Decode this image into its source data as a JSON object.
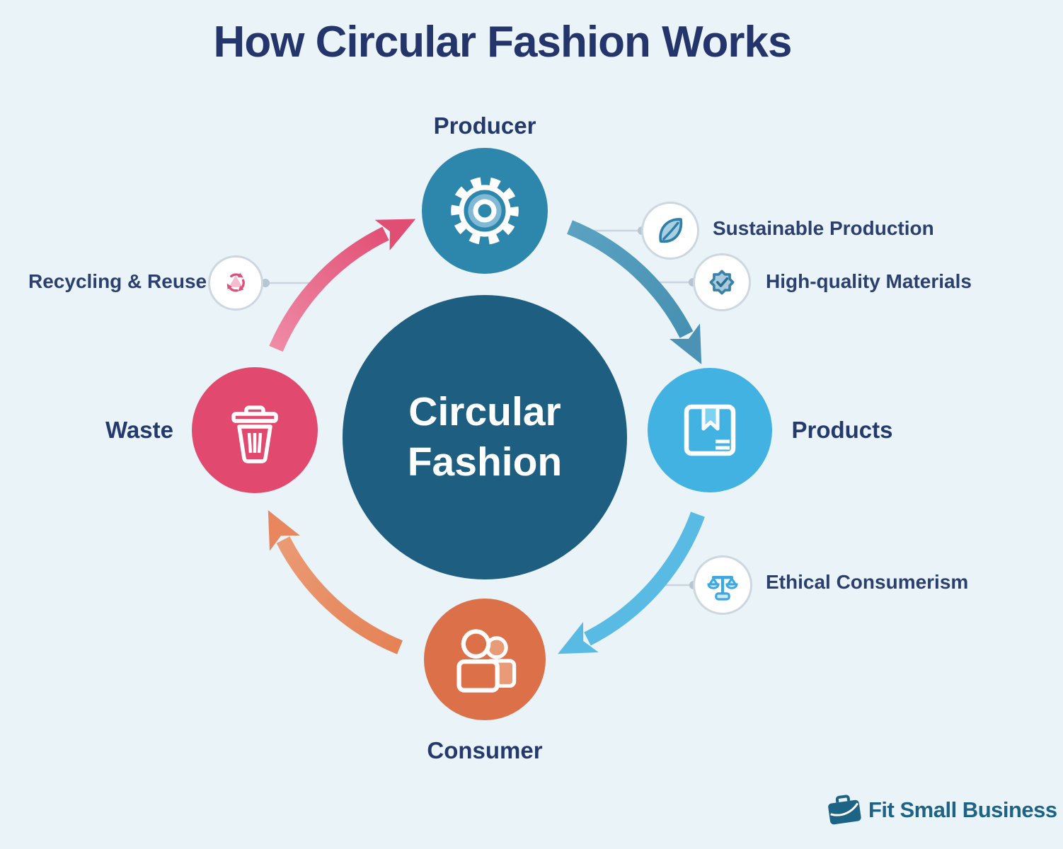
{
  "title": "How Circular Fashion Works",
  "center": {
    "label": "Circular Fashion",
    "color": "#1d5e81",
    "text_color": "#ffffff"
  },
  "nodes": [
    {
      "id": "producer",
      "label": "Producer",
      "color": "#2d87ac",
      "icon": "gear-icon",
      "position": "top"
    },
    {
      "id": "products",
      "label": "Products",
      "color": "#41b2e2",
      "icon": "package-icon",
      "position": "right"
    },
    {
      "id": "consumer",
      "label": "Consumer",
      "color": "#dc7048",
      "icon": "people-icon",
      "position": "bottom"
    },
    {
      "id": "waste",
      "label": "Waste",
      "color": "#e1496f",
      "icon": "trash-icon",
      "position": "left"
    }
  ],
  "satellites": [
    {
      "label": "Sustainable Production",
      "icon": "leaf-icon",
      "attached_to": "producer-products arc"
    },
    {
      "label": "High-quality Materials",
      "icon": "badge-check-icon",
      "attached_to": "producer-products arc"
    },
    {
      "label": "Ethical Consumerism",
      "icon": "scales-icon",
      "attached_to": "products-consumer arc"
    },
    {
      "label": "Recycling & Reuse",
      "icon": "recycle-icon",
      "attached_to": "waste-producer arc"
    }
  ],
  "flow": {
    "sequence": [
      "Producer",
      "Products",
      "Consumer",
      "Waste"
    ],
    "direction": "clockwise",
    "arrow_colors": {
      "producer_to_products": "#4f97b8",
      "products_to_consumer": "#59bbe3",
      "consumer_to_waste": "#e88e66",
      "waste_to_producer": "#e25577"
    }
  },
  "footer": {
    "brand": "Fit Small Business",
    "brand_color": "#1c6385",
    "icon": "briefcase-icon"
  },
  "colors": {
    "background": "#e9f3f8",
    "heading": "#24356b",
    "node_label": "#253a6c",
    "side_label": "#2b406f",
    "satellite_border": "#ccd7e0",
    "connector_line": "#c9d4de",
    "connector_dot": "#b7c4d1"
  }
}
